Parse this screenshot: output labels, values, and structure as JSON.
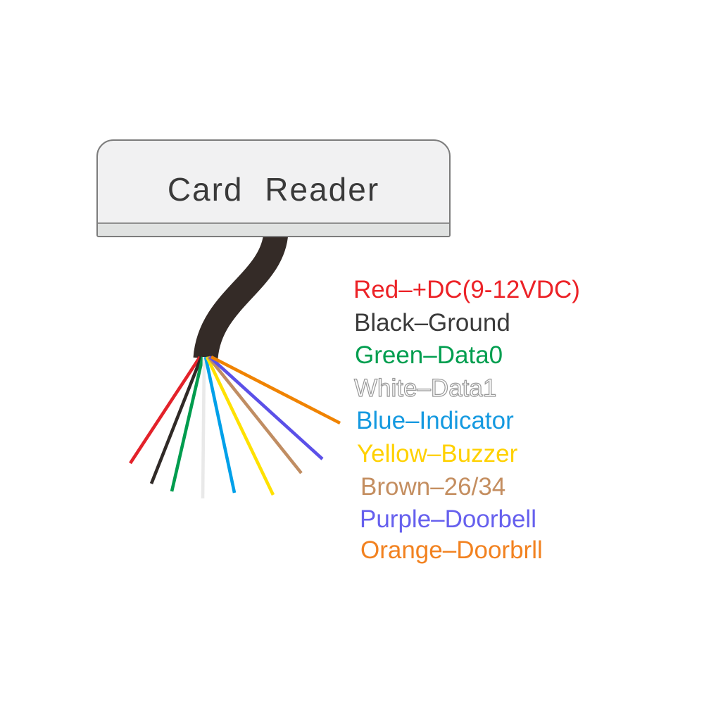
{
  "reader": {
    "title": "Card Reader",
    "box_fill": "#F1F1F2",
    "band_fill": "#E0E2E1",
    "border_color": "#7C7C7C",
    "title_color": "#3A3A3A"
  },
  "cable": {
    "name": "sheathed-cable",
    "color": "#342B27"
  },
  "wires": [
    {
      "name": "red-wire",
      "color": "#E3222A",
      "start": [
        284,
        507
      ],
      "end": [
        185,
        658
      ]
    },
    {
      "name": "black-wire",
      "color": "#302A27",
      "start": [
        286,
        507
      ],
      "end": [
        215,
        687
      ]
    },
    {
      "name": "green-wire",
      "color": "#009C4E",
      "start": [
        288,
        507
      ],
      "end": [
        244,
        698
      ]
    },
    {
      "name": "white-wire",
      "color": "#E9E9E9",
      "start": [
        290,
        507
      ],
      "end": [
        288,
        708
      ]
    },
    {
      "name": "blue-wire",
      "color": "#00A0E9",
      "start": [
        292,
        507
      ],
      "end": [
        333,
        700
      ]
    },
    {
      "name": "yellow-wire",
      "color": "#FFE100",
      "start": [
        294,
        507
      ],
      "end": [
        388,
        703
      ]
    },
    {
      "name": "brown-wire",
      "color": "#C08D62",
      "start": [
        296,
        507
      ],
      "end": [
        428,
        672
      ]
    },
    {
      "name": "purple-wire",
      "color": "#5B50E8",
      "start": [
        298,
        507
      ],
      "end": [
        458,
        652
      ]
    },
    {
      "name": "orange-wire",
      "color": "#F08300",
      "start": [
        300,
        507
      ],
      "end": [
        483,
        601
      ]
    }
  ],
  "legend": {
    "lines": [
      {
        "name": "legend-red",
        "text": "Red–+DC(9-12VDC)",
        "color": "#EC2227",
        "outlined": false
      },
      {
        "name": "legend-black",
        "text": "Black–Ground",
        "color": "#3A3A3A",
        "outlined": false
      },
      {
        "name": "legend-green",
        "text": "Green–Data0",
        "color": "#009E4F",
        "outlined": false
      },
      {
        "name": "legend-white",
        "text": "White–Data1",
        "color": "#FFFFFF",
        "outlined": true
      },
      {
        "name": "legend-blue",
        "text": "Blue–Indicator",
        "color": "#1499E0",
        "outlined": false
      },
      {
        "name": "legend-yellow",
        "text": "Yellow–Buzzer",
        "color": "#FFD100",
        "outlined": false
      },
      {
        "name": "legend-brown",
        "text": "Brown–26/34",
        "color": "#C48E60",
        "outlined": false
      },
      {
        "name": "legend-purple",
        "text": "Purple–Doorbell",
        "color": "#6660EE",
        "outlined": false
      },
      {
        "name": "legend-orange",
        "text": "Orange–Doorbrll",
        "color": "#F28220",
        "outlined": false
      }
    ]
  }
}
